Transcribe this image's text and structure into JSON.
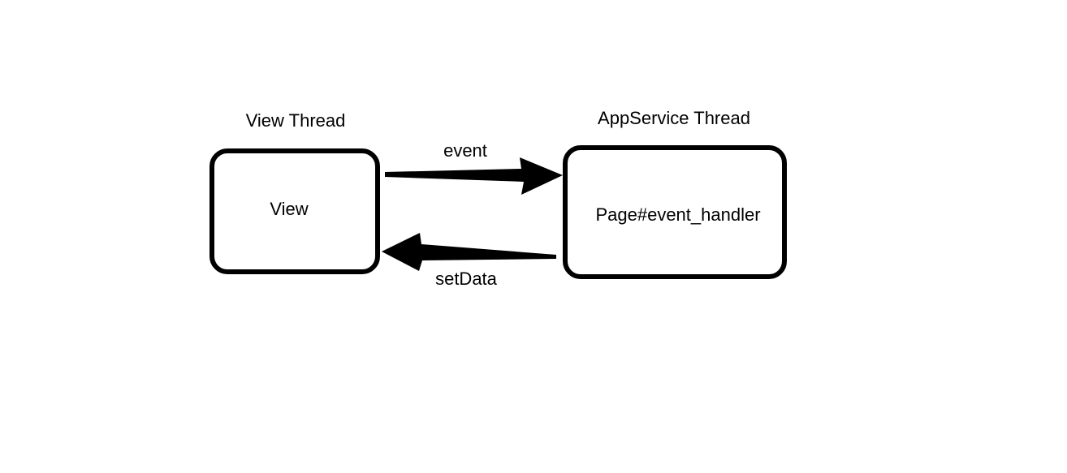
{
  "view_thread": {
    "title": "View Thread",
    "box_label": "View"
  },
  "appservice_thread": {
    "title": "AppService Thread",
    "box_label": "Page#event_handler"
  },
  "arrows": {
    "forward_label": "event",
    "backward_label": "setData"
  },
  "colors": {
    "stroke": "#000000",
    "background": "#ffffff"
  }
}
